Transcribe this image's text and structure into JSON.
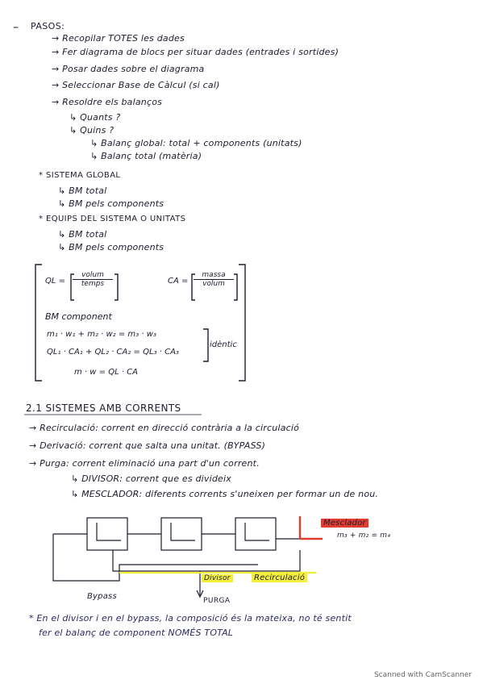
{
  "notes": {
    "pasos_title": "PASOS:",
    "steps": [
      "→ Recopilar TOTES les dades",
      "→ Fer diagrama de blocs per situar dades (entrades i sortides)",
      "→ Posar dades sobre el diagrama",
      "→ Seleccionar Base de Càlcul (si cal)",
      "→ Resoldre els balanços"
    ],
    "substeps": [
      "↳ Quants ?",
      "↳ Quins ?"
    ],
    "subsubsteps": [
      "↳ Balanç global: total + components (unitats)",
      "↳ Balanç total (matèria)"
    ],
    "sistema_global": "* SISTEMA GLOBAL",
    "sistema_items": [
      "↳ BM total",
      "↳ BM pels components"
    ],
    "equips": "* EQUIPS DEL SISTEMA O UNITATS",
    "equips_items": [
      "↳ BM total",
      "↳ BM pels components"
    ]
  },
  "formulas": {
    "ql_lhs": "QL =",
    "ql_num": "volum",
    "ql_den": "temps",
    "ca_lhs": "CA =",
    "ca_num": "massa",
    "ca_den": "volum",
    "bm_component": "BM component",
    "eq1": "m₁ · w₁ + m₂ · w₂ = m₃ · w₃",
    "eq2": "QL₁ · CA₁ + QL₂ · CA₂ = QL₃ · CA₃",
    "eq3": "m · w = QL · CA",
    "identic": "idèntic"
  },
  "section": {
    "title": "2.1 SISTEMES AMB CORRENTS",
    "items": [
      "→ Recirculació: corrent en direcció contrària a la circulació",
      "→ Derivació: corrent que salta una unitat. (BYPASS)",
      "→ Purga: corrent eliminació una part d'un corrent."
    ],
    "subitems": [
      "↳ DIVISOR: corrent que es divideix",
      "↳ MESCLADOR: diferents corrents s'uneixen per formar un de nou."
    ]
  },
  "diagram": {
    "mesclador": "Mesclador",
    "mesclador_eq": "m₃ + m₂ = m₄",
    "divisor": "Divisor",
    "recirculacio": "Recirculació",
    "purga": "PURGA",
    "bypass": "Bypass"
  },
  "footnote": [
    "* En el divisor i en el bypass, la composició és la mateixa, no té sentit",
    "fer el balanç de component NOMÉS TOTAL"
  ],
  "footer": "Scanned with CamScanner"
}
